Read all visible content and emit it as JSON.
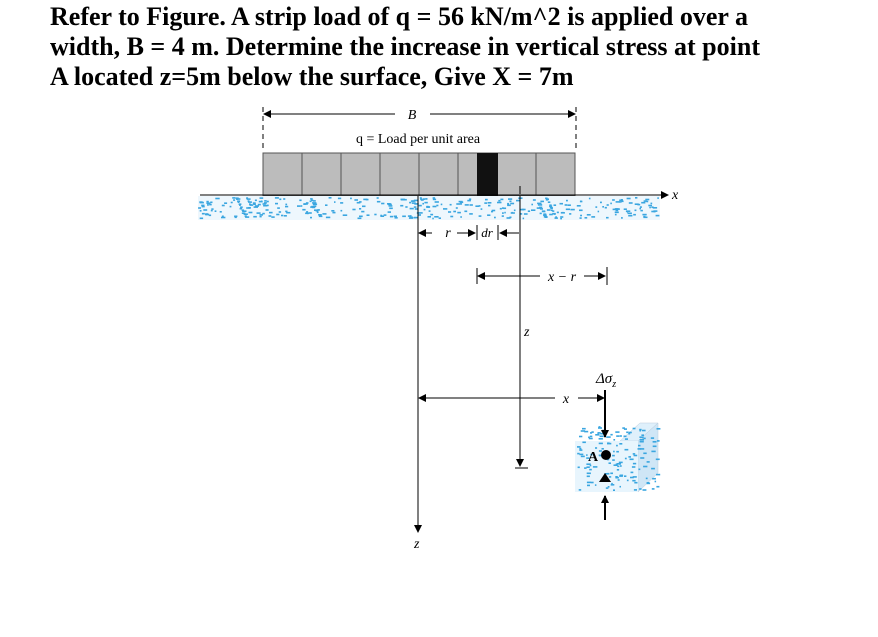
{
  "problem": {
    "lines": [
      "Refer to Figure. A strip load of q = 56 kN/m^2 is applied over a",
      "width, B = 4 m. Determine the increase in vertical stress at point",
      "A located z=5m below the surface, Give X = 7m"
    ]
  },
  "figure": {
    "labels": {
      "width": "B",
      "load": "q = Load per unit area",
      "x_axis": "x",
      "r": "r",
      "dr": "dr",
      "x_minus_r": "x − r",
      "z_inner": "z",
      "z_outer": "z",
      "x_dim": "x",
      "delta_sigma": "Δσ",
      "delta_sigma_sub": "z",
      "point": "A"
    },
    "colors": {
      "load_block": "#bcbcbc",
      "strip": "#111111",
      "soil_speckle": "#3aa6e0",
      "ink": "#000000"
    }
  }
}
